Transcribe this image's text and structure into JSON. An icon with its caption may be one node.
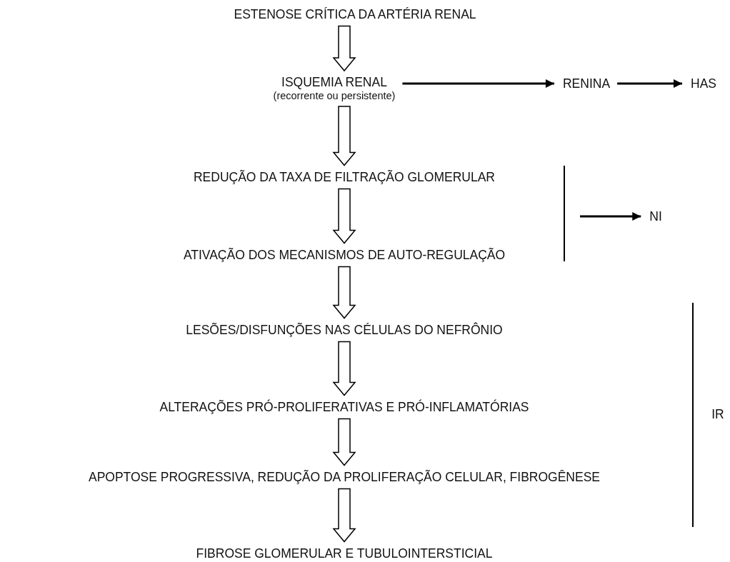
{
  "diagram": {
    "nodes": [
      {
        "text": [
          "ESTENOSE CRÍTICA DA ARTÉRIA RENAL"
        ]
      },
      {
        "text": [
          "ISQUEMIA RENAL",
          "(recorrente ou persistente)"
        ]
      },
      {
        "text": [
          "RENINA"
        ]
      },
      {
        "text": [
          "HAS"
        ]
      },
      {
        "text": [
          "REDUÇÃO DA TAXA DE FILTRAÇÃO GLOMERULAR"
        ]
      },
      {
        "text": [
          "ATIVAÇÃO DOS MECANISMOS DE AUTO-REGULAÇÃO"
        ]
      },
      {
        "text": [
          "NI"
        ]
      },
      {
        "text": [
          "LESÕES/DISFUNÇÕES NAS CÉLULAS DO NEFRÔNIO"
        ]
      },
      {
        "text": [
          "ALTERAÇÕES PRÓ-PROLIFERATIVAS E PRÓ-INFLAMATÓRIAS"
        ]
      },
      {
        "text": [
          "APOPTOSE PROGRESSIVA, REDUÇÃO DA PROLIFERAÇÃO CELULAR, FIBROGÊNESE"
        ]
      },
      {
        "text": [
          "FIBROSE GLOMERULAR E TUBULOINTERSTICIAL"
        ]
      }
    ],
    "edges": [
      {
        "from": 0,
        "to": 1,
        "arrow": "to",
        "style": "thick"
      },
      {
        "from": 1,
        "to": 2,
        "arrow": "to"
      },
      {
        "from": 2,
        "to": 3,
        "arrow": "to"
      },
      {
        "from": 1,
        "to": 4,
        "arrow": "to",
        "style": "thick"
      },
      {
        "from": 4,
        "to": 5,
        "arrow": "to",
        "style": "thick"
      },
      {
        "from": null,
        "to": 6,
        "arrow": "to"
      },
      {
        "from": 5,
        "to": 7,
        "arrow": "to",
        "style": "thick"
      },
      {
        "from": 7,
        "to": 8,
        "arrow": "to",
        "style": "thick"
      },
      {
        "from": 8,
        "to": 9,
        "arrow": "to",
        "style": "thick"
      },
      {
        "from": 9,
        "to": 10,
        "arrow": "to",
        "style": "thick"
      }
    ],
    "labels": [
      "IR"
    ]
  }
}
